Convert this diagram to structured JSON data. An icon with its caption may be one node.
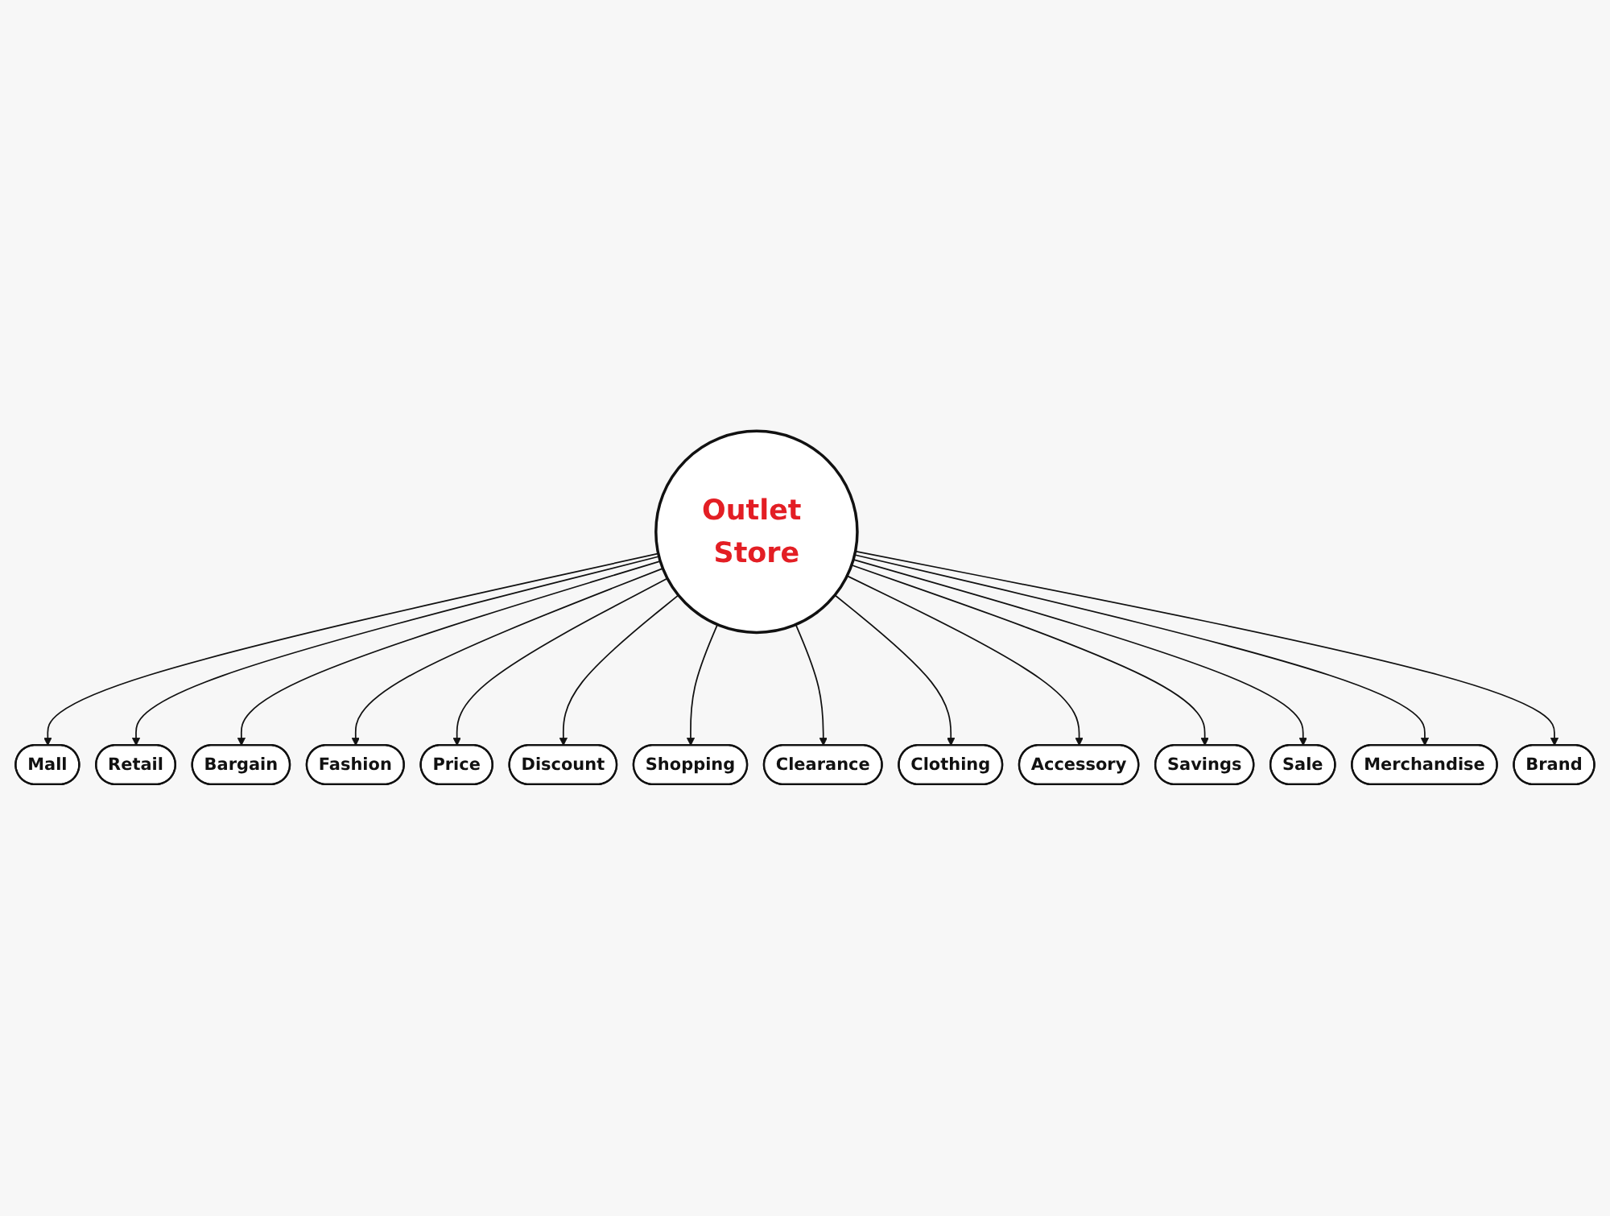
{
  "diagram": {
    "nodes": [
      {
        "text": [
          "Outlet Store"
        ]
      },
      {
        "text": [
          "Mall"
        ]
      },
      {
        "text": [
          "Retail"
        ]
      },
      {
        "text": [
          "Bargain"
        ]
      },
      {
        "text": [
          "Fashion"
        ]
      },
      {
        "text": [
          "Price"
        ]
      },
      {
        "text": [
          "Discount"
        ]
      },
      {
        "text": [
          "Shopping"
        ]
      },
      {
        "text": [
          "Clearance"
        ]
      },
      {
        "text": [
          "Clothing"
        ]
      },
      {
        "text": [
          "Accessory"
        ]
      },
      {
        "text": [
          "Savings"
        ]
      },
      {
        "text": [
          "Sale"
        ]
      },
      {
        "text": [
          "Merchandise"
        ]
      },
      {
        "text": [
          "Brand"
        ]
      }
    ],
    "edges": [
      {
        "from": 0,
        "to": 1,
        "arrow": "to"
      },
      {
        "from": 0,
        "to": 2,
        "arrow": "to"
      },
      {
        "from": 0,
        "to": 3,
        "arrow": "to"
      },
      {
        "from": 0,
        "to": 4,
        "arrow": "to"
      },
      {
        "from": 0,
        "to": 5,
        "arrow": "to"
      },
      {
        "from": 0,
        "to": 6,
        "arrow": "to"
      },
      {
        "from": 0,
        "to": 7,
        "arrow": "to"
      },
      {
        "from": 0,
        "to": 8,
        "arrow": "to"
      },
      {
        "from": 0,
        "to": 9,
        "arrow": "to"
      },
      {
        "from": 0,
        "to": 10,
        "arrow": "to"
      },
      {
        "from": 0,
        "to": 11,
        "arrow": "to"
      },
      {
        "from": 0,
        "to": 12,
        "arrow": "to"
      },
      {
        "from": 0,
        "to": 13,
        "arrow": "to"
      },
      {
        "from": 0,
        "to": 14,
        "arrow": "to"
      }
    ]
  }
}
